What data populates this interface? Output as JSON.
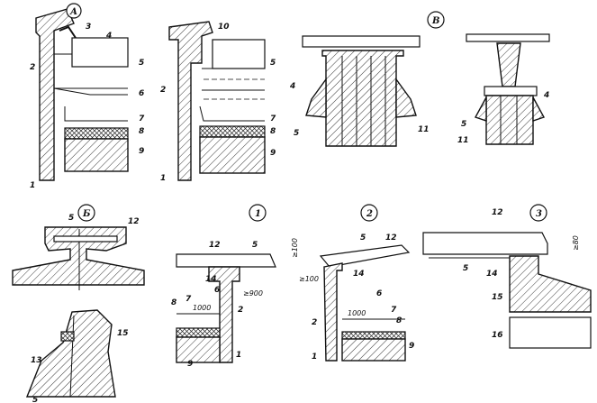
{
  "sections": {
    "A": "А",
    "B": "Б",
    "V": "В",
    "n1": "1",
    "n2": "2",
    "n3": "3"
  },
  "labels": {
    "a_3": "3",
    "a_4": "4",
    "a_2": "2",
    "a_5": "5",
    "a_6": "6",
    "a_7": "7",
    "a_8": "8",
    "a_9": "9",
    "a_1": "1",
    "a2_10": "10",
    "a2_5": "5",
    "a2_2": "2",
    "a2_7": "7",
    "a2_8": "8",
    "a2_9": "9",
    "a2_1": "1",
    "v_4": "4",
    "v_5": "5",
    "v_11": "11",
    "v2_4": "4",
    "v2_5": "5",
    "v2_11": "11",
    "b_5": "5",
    "b_12": "12",
    "b_15": "15",
    "b_13": "13",
    "b_5b": "5",
    "n1_12": "12",
    "n1_5": "5",
    "n1_14": "14",
    "n1_6": "6",
    "n1_7": "7",
    "n1_8": "8",
    "n1_2": "2",
    "n1_9": "9",
    "n1_1": "1",
    "n2_5": "5",
    "n2_12": "12",
    "n2_14": "14",
    "n2_6": "6",
    "n2_2": "2",
    "n2_7": "7",
    "n2_8": "8",
    "n2_1": "1",
    "n2_9": "9",
    "n3_12": "12",
    "n3_5": "5",
    "n3_14": "14",
    "n3_15": "15",
    "n3_16": "16"
  },
  "dimensions": {
    "n1_900": "≥900",
    "n1_1000": "1000",
    "n2_100a": "≥100",
    "n2_100b": "≥100",
    "n2_1000": "1000",
    "n3_80": "≥80"
  }
}
